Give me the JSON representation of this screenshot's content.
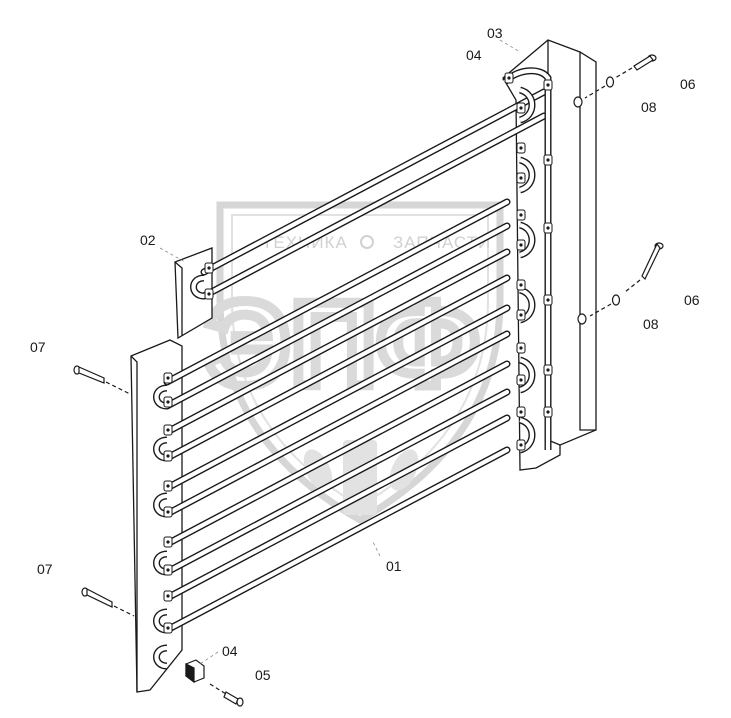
{
  "watermark": {
    "left_text": "ТЕХНИКА",
    "right_text": "ЗАПЧАСТИ",
    "monogram": "ЭПФ"
  },
  "callouts": {
    "c01": "01",
    "c02": "02",
    "c03": "03",
    "c04a": "04",
    "c04b": "04",
    "c05": "05",
    "c06a": "06",
    "c06b": "06",
    "c07a": "07",
    "c07b": "07",
    "c08a": "08",
    "c08b": "08"
  },
  "colors": {
    "line": "#1a1a1a",
    "paper": "#ffffff",
    "watermark": "#d0d0d0"
  }
}
